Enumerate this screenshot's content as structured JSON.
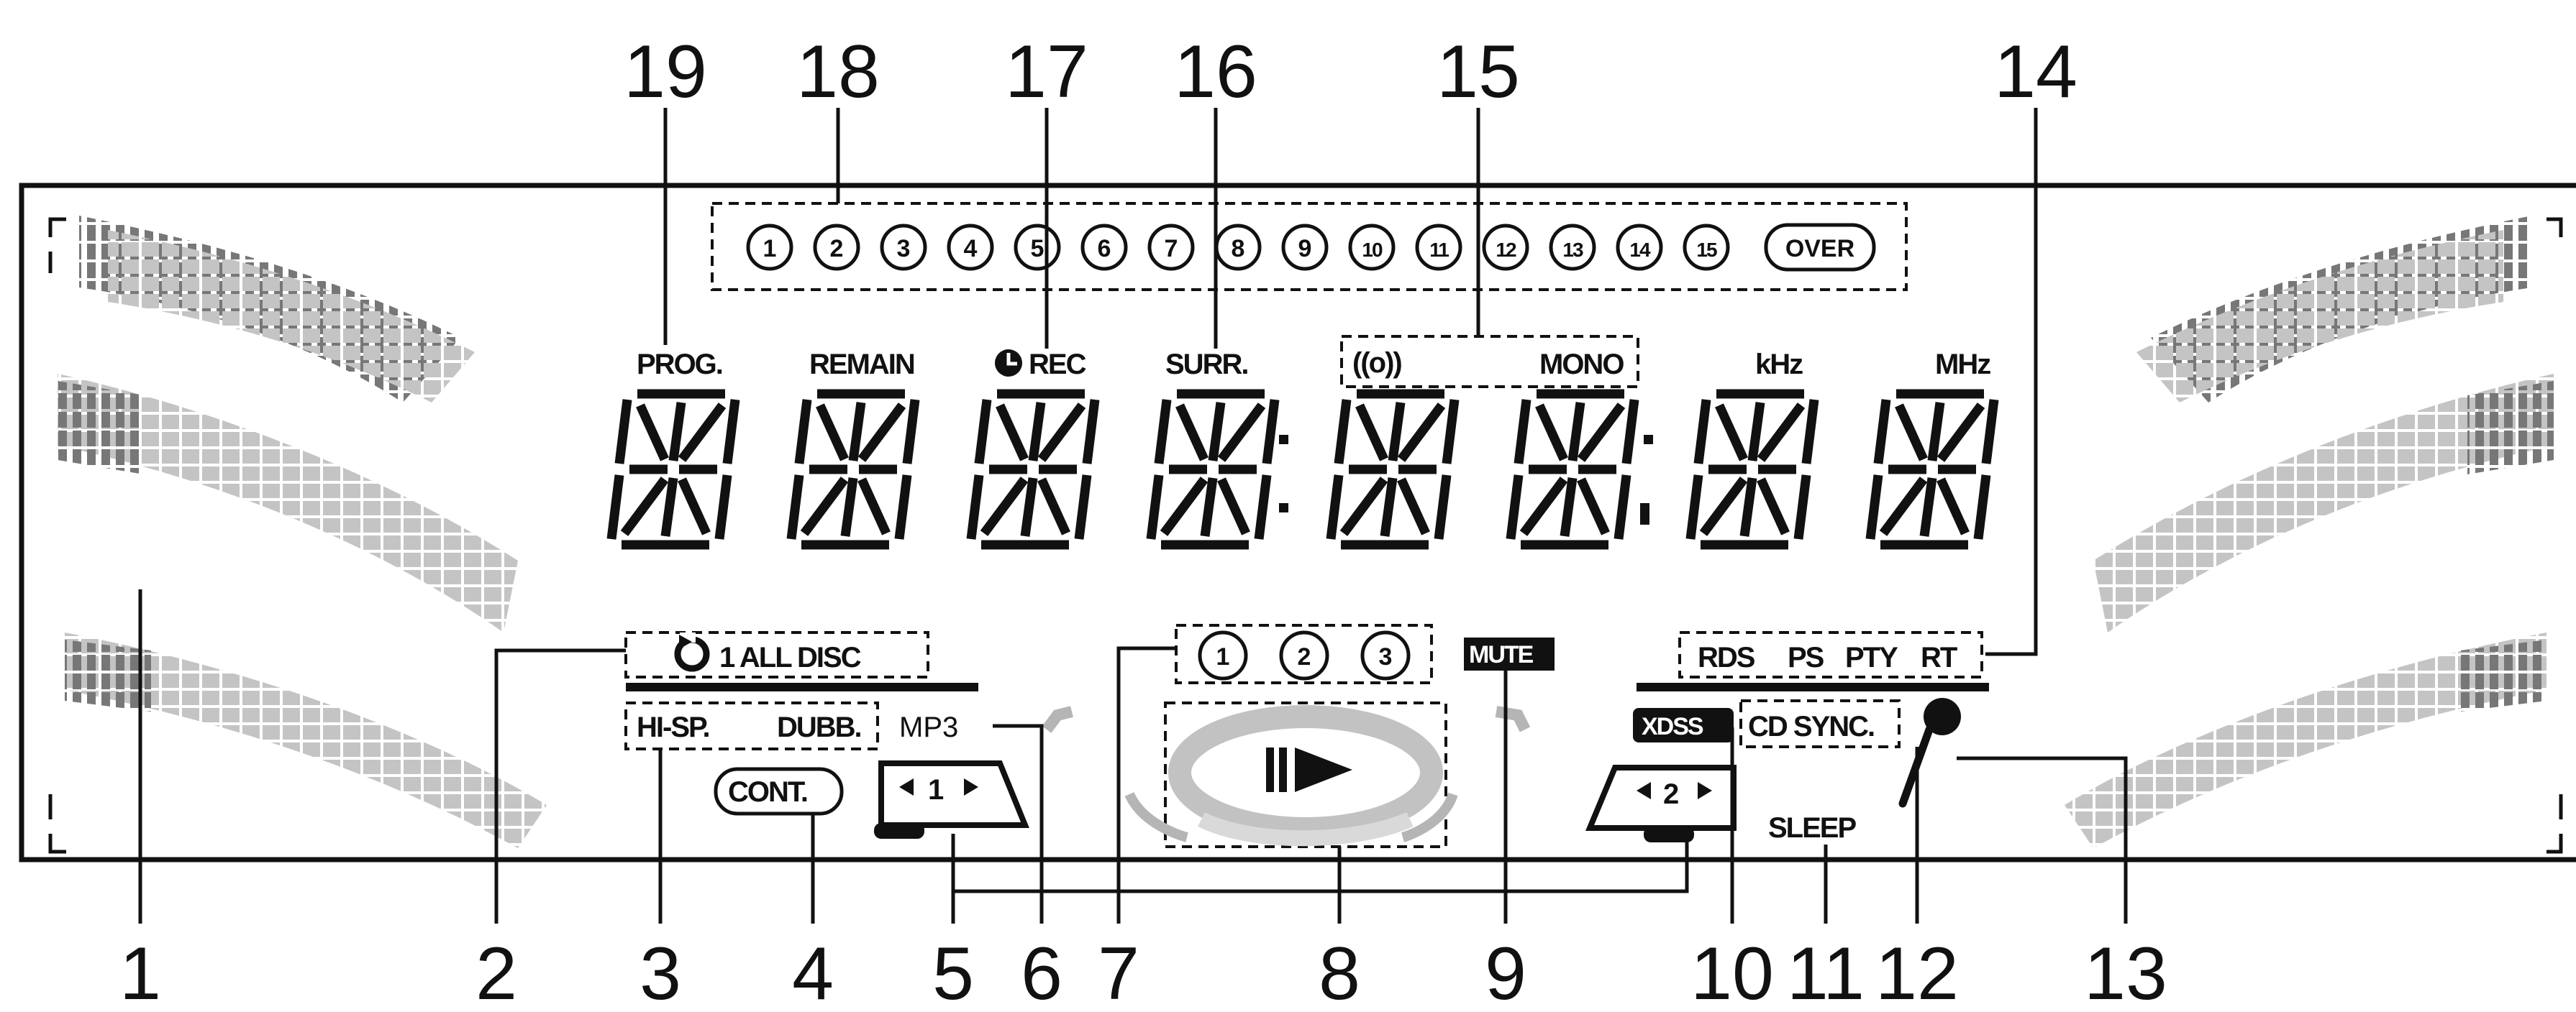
{
  "callouts": {
    "top": [
      "19",
      "18",
      "17",
      "16",
      "15",
      "14"
    ],
    "bottom": [
      "1",
      "2",
      "3",
      "4",
      "5",
      "6",
      "7",
      "8",
      "9",
      "10",
      "11",
      "12",
      "13"
    ]
  },
  "disc_indicators": {
    "items": [
      "1",
      "2",
      "3",
      "4",
      "5",
      "6",
      "7",
      "8",
      "9",
      "10",
      "11",
      "12",
      "13",
      "14",
      "15"
    ],
    "over": "OVER"
  },
  "top_labels": {
    "prog": "PROG.",
    "remain": "REMAIN",
    "rec": "REC",
    "surr": "SURR.",
    "stereo": "((o))",
    "mono": "MONO",
    "khz": "kHz",
    "mhz": "MHz"
  },
  "repeat": {
    "text": "1 ALL DISC"
  },
  "tape": {
    "hisp": "HI-SP.",
    "dubb": "DUBB.",
    "cont": "CONT.",
    "deck1": "1",
    "deck2": "2"
  },
  "mp3": "MP3",
  "cd_trays": [
    "1",
    "2",
    "3"
  ],
  "mute": "MUTE",
  "rds": {
    "rds": "RDS",
    "ps": "PS",
    "pty": "PTY",
    "rt": "RT"
  },
  "xdss": "XDSS",
  "cd_sync": "CD SYNC.",
  "sleep": "SLEEP",
  "colors": {
    "ink": "#111111",
    "gray": "#b5b5b5",
    "light_gray": "#d9d9d9",
    "background": "#ffffff"
  },
  "icons": [
    "clock-icon",
    "repeat-icon",
    "play-pause-icon",
    "microphone-icon",
    "arrow-left-icon",
    "arrow-right-icon"
  ]
}
